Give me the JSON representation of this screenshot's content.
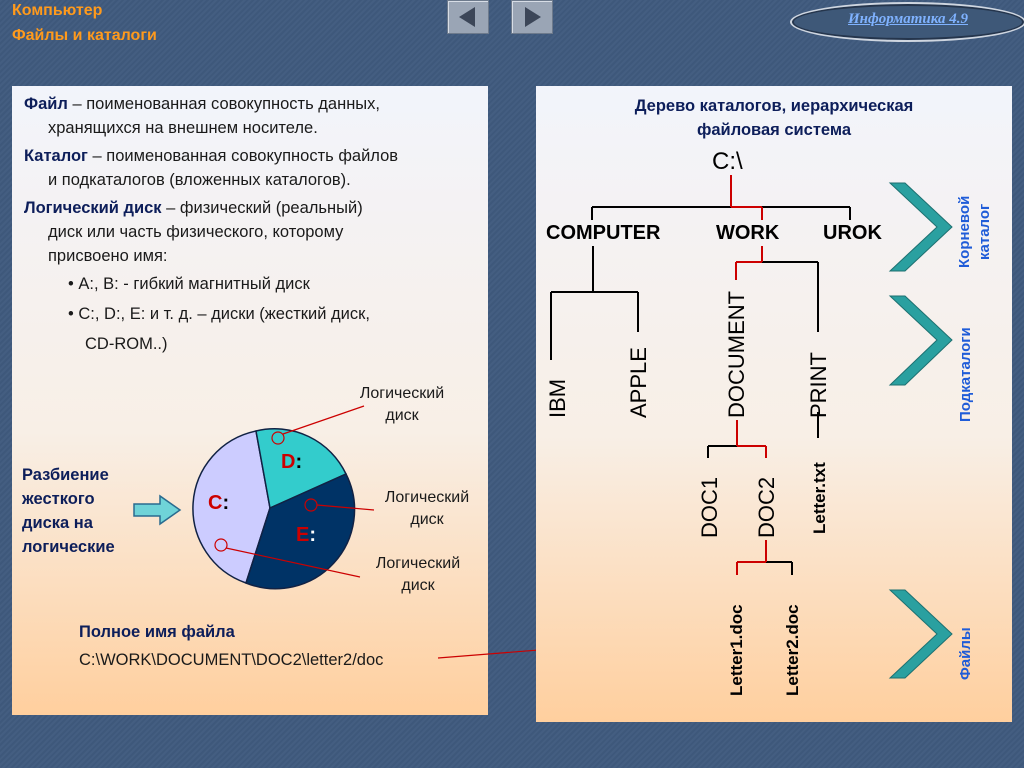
{
  "header": {
    "line1": "Компьютер",
    "line2": "Файлы и каталоги",
    "badge": "Информатика 4.9"
  },
  "definitions": {
    "file_term": "Файл",
    "file_def_1": " – поименованная совокупность данных,",
    "file_def_2": "хранящихся на внешнем носителе.",
    "catalog_term": "Каталог",
    "catalog_def_1": " – поименованная совокупность файлов",
    "catalog_def_2": "и подкаталогов (вложенных каталогов).",
    "disk_term": "Логический диск",
    "disk_def_1": " – физический (реальный)",
    "disk_def_2": "диск или часть физического, которому",
    "disk_def_3": "присвоено имя:",
    "bullet1": "A:, B: - гибкий магнитный диск",
    "bullet2a": "C:, D:, E: и т. д. – диски (жесткий диск,",
    "bullet2b": "CD-ROM..)"
  },
  "partition": {
    "caption_1": "Разбиение",
    "caption_2": "жесткого",
    "caption_3": "диска на",
    "caption_4": "логические",
    "callout_1a": "Логический",
    "callout_1b": "диск",
    "callout_2a": "Логический",
    "callout_2b": "диск",
    "callout_3a": "Логический",
    "callout_3b": "диск",
    "disk_c": "C",
    "disk_d": "D",
    "disk_e": "E",
    "colon": ":"
  },
  "fullname": {
    "title": "Полное имя файла",
    "path": "C:\\WORK\\DOCUMENT\\DOC2\\letter2/doc"
  },
  "tree": {
    "title_1": "Дерево каталогов, иерархическая",
    "title_2": "файловая система",
    "root": "C:\\",
    "computer": "COMPUTER",
    "work": "WORK",
    "urok": "UROK",
    "ibm": "IBM",
    "apple": "APPLE",
    "document": "DOCUMENT",
    "print": "PRINT",
    "doc1": "DOC1",
    "doc2": "DOC2",
    "letter_txt": "Letter.txt",
    "letter1": "Letter1.doc",
    "letter2": "Letter2.doc",
    "side_root_1": "Корневой",
    "side_root_2": "каталог",
    "side_sub": "Подкаталоги",
    "side_files": "Файлы"
  },
  "colors": {
    "accent_orange": "#ff9a1c",
    "path_red": "#cc0000",
    "chevron_teal": "#2aa0a0",
    "side_blue": "#1f5cd8",
    "disk_c_fill": "#ccccff",
    "disk_d_fill": "#33cccc",
    "disk_e_fill": "#003366"
  }
}
